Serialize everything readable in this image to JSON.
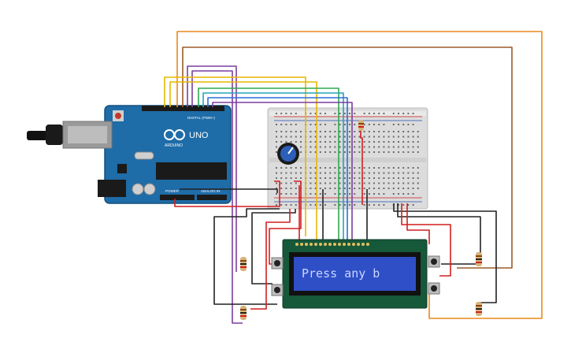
{
  "arduino": {
    "model": "UNO",
    "brand": "ARDUINO",
    "digital_label": "DIGITAL (PWM~)",
    "power_label": "POWER",
    "analog_label": "ANALOG IN"
  },
  "lcd": {
    "text": "Press any b"
  },
  "colors": {
    "board": "#1e6ca8",
    "breadboard": "#d9d9d9",
    "lcd_screen": "#2f4fc7",
    "lcd_text": "#c9d6ff",
    "wire_red": "#d21f1f",
    "wire_black": "#222222",
    "wire_orange": "#e88a1a",
    "wire_brown": "#9c5a28",
    "wire_yellow": "#e6b800",
    "wire_green": "#2fa84f",
    "wire_cyan": "#25a3b8",
    "wire_blue": "#2e6fd6",
    "wire_purple": "#7b3fa0"
  }
}
